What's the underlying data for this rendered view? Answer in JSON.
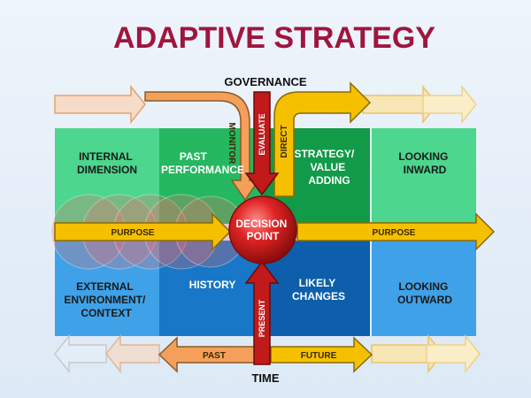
{
  "title": "ADAPTIVE STRATEGY",
  "axes": {
    "top": "GOVERNANCE",
    "bottom": "TIME"
  },
  "cells": {
    "internal_dimension": "INTERNAL DIMENSION",
    "past_performance": "PAST PERFORMANCE",
    "strategy_value_adding": "STRATEGY/ VALUE ADDING",
    "looking_inward": "LOOKING INWARD",
    "external_environment": "EXTERNAL ENVIRONMENT/ CONTEXT",
    "history": "HISTORY",
    "likely_changes": "LIKELY CHANGES",
    "looking_outward": "LOOKING OUTWARD"
  },
  "center": "DECISION POINT",
  "arrows": {
    "purpose_left": "PURPOSE",
    "purpose_right": "PURPOSE",
    "monitor": "MONITOR",
    "evaluate": "EVALUATE",
    "direct": "DIRECT",
    "present": "PRESENT",
    "past": "PAST",
    "future": "FUTURE"
  },
  "colors": {
    "title": "#a0153e",
    "light_green": "#4cd68e",
    "mid_green": "#26b860",
    "dark_green": "#119a48",
    "mid_blue": "#1877c7",
    "light_blue": "#3fa2e8",
    "dark_blue": "#0d5fab",
    "orange": "#f5a05a",
    "yellow": "#f5c000",
    "red": "#c01a1a"
  }
}
